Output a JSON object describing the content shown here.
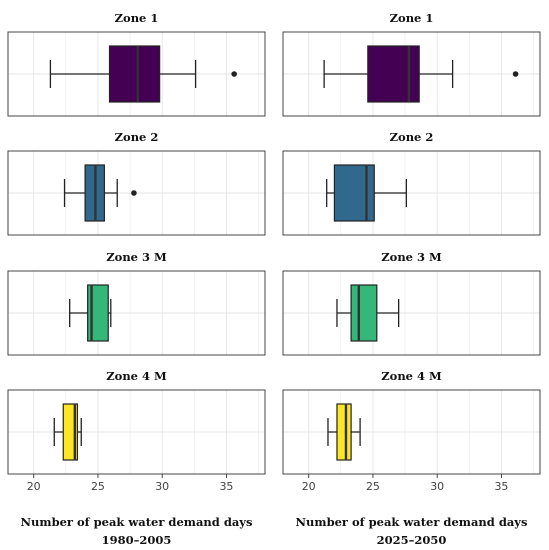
{
  "chart_data": [
    {
      "type": "boxplot",
      "column": "left",
      "xlabel": "Number of peak water demand days",
      "xlabel_sub": "1980–2005",
      "xlim": [
        18,
        38
      ],
      "xticks": [
        20,
        25,
        30,
        35
      ],
      "grid": true,
      "panels": [
        {
          "title": "Zone 1",
          "color": "#440154",
          "whisker_low": 21.3,
          "q1": 25.9,
          "median": 28.1,
          "q3": 29.8,
          "whisker_high": 32.6,
          "outliers": [
            35.6
          ]
        },
        {
          "title": "Zone 2",
          "color": "#31688E",
          "whisker_low": 22.4,
          "q1": 24.0,
          "median": 24.8,
          "q3": 25.5,
          "whisker_high": 26.5,
          "outliers": [
            27.8
          ]
        },
        {
          "title": "Zone 3 M",
          "color": "#35B779",
          "whisker_low": 22.8,
          "q1": 24.2,
          "median": 24.5,
          "q3": 25.8,
          "whisker_high": 26.0,
          "outliers": []
        },
        {
          "title": "Zone 4 M",
          "color": "#FDE725",
          "whisker_low": 21.6,
          "q1": 22.3,
          "median": 23.2,
          "q3": 23.4,
          "whisker_high": 23.7,
          "outliers": []
        }
      ]
    },
    {
      "type": "boxplot",
      "column": "right",
      "xlabel": "Number of peak water demand days",
      "xlabel_sub": "2025–2050",
      "xlim": [
        18,
        38
      ],
      "xticks": [
        20,
        25,
        30,
        35
      ],
      "grid": true,
      "panels": [
        {
          "title": "Zone 1",
          "color": "#440154",
          "whisker_low": 21.2,
          "q1": 24.6,
          "median": 27.8,
          "q3": 28.6,
          "whisker_high": 31.2,
          "outliers": [
            36.1
          ]
        },
        {
          "title": "Zone 2",
          "color": "#31688E",
          "whisker_low": 21.4,
          "q1": 22.0,
          "median": 24.5,
          "q3": 25.1,
          "whisker_high": 27.6,
          "outliers": []
        },
        {
          "title": "Zone 3 M",
          "color": "#35B779",
          "whisker_low": 22.2,
          "q1": 23.3,
          "median": 23.9,
          "q3": 25.3,
          "whisker_high": 27.0,
          "outliers": []
        },
        {
          "title": "Zone 4 M",
          "color": "#FDE725",
          "whisker_low": 21.5,
          "q1": 22.2,
          "median": 22.9,
          "q3": 23.3,
          "whisker_high": 24.0,
          "outliers": []
        }
      ]
    }
  ]
}
